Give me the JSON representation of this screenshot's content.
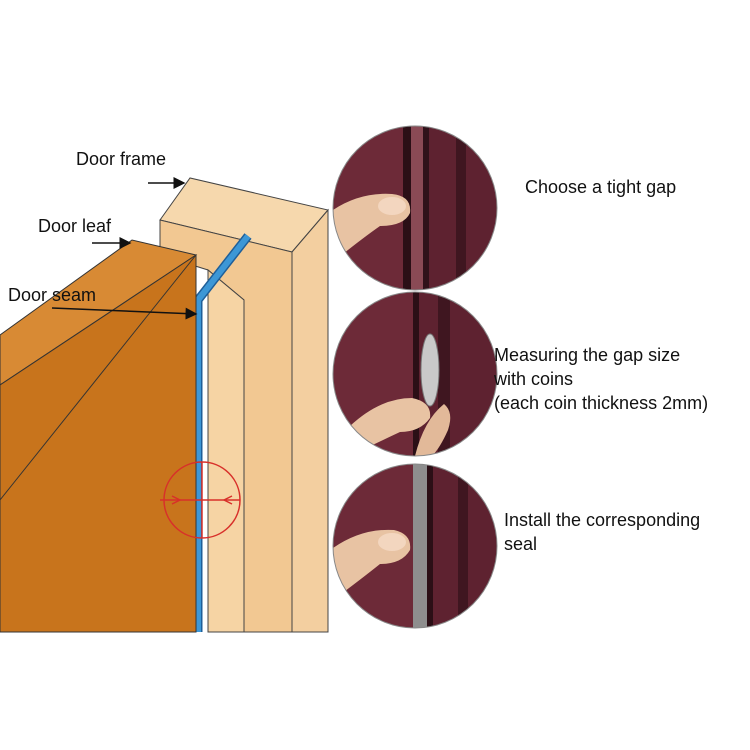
{
  "labels": {
    "door_frame": "Door frame",
    "door_leaf": "Door leaf",
    "door_seam": "Door seam"
  },
  "steps": [
    {
      "lines": [
        "Choose a tight gap"
      ]
    },
    {
      "lines": [
        "Measuring the gap size",
        "with coins",
        "(each coin thickness 2mm)"
      ]
    },
    {
      "lines": [
        "Install the corresponding",
        "seal"
      ]
    }
  ],
  "colors": {
    "door_leaf": "#c8741c",
    "door_frame": "#f2c892",
    "seam": "#3d97d6",
    "target": "#d8302a",
    "photo_door": "#5e2230"
  }
}
